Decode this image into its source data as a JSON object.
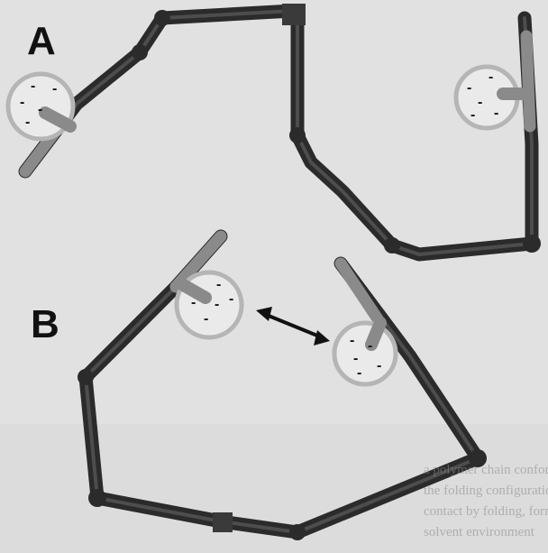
{
  "figure": {
    "panel_a_label": "A",
    "panel_b_label": "B",
    "charge_symbol": "-",
    "bleed_text": [
      "a polymer chain conformation with two charged termini; in",
      "the folding configuration the charged ends approach",
      "contact by folding, forming a closed loop structure in",
      "solvent environment"
    ],
    "colors": {
      "background": "#dcdcdc",
      "tube_dark": "#2b2b2b",
      "tube_light": "#8a8a8a",
      "charge_circle": "#b5b5b5",
      "label": "#111111"
    }
  }
}
